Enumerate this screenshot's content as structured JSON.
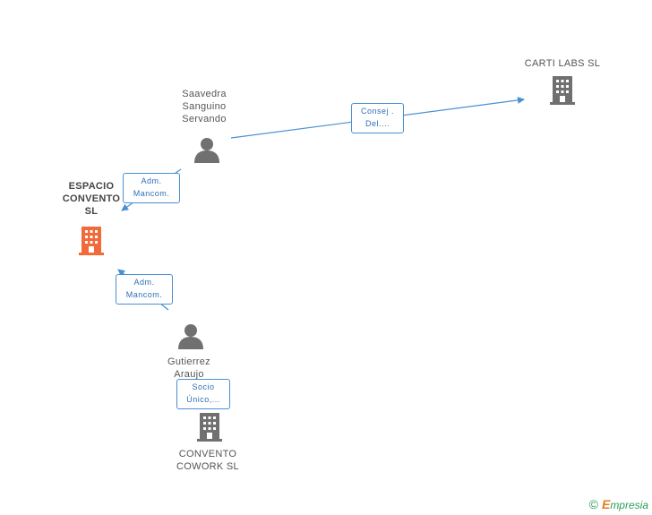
{
  "colors": {
    "edge": "#4a8fd4",
    "building_main": "#f26a3a",
    "building": "#707070",
    "person": "#707070"
  },
  "nodes": {
    "espacio": {
      "label": "ESPACIO\nCONVENTO\nSL",
      "icon": "building-icon"
    },
    "carti": {
      "label": "CARTI LABS SL",
      "icon": "building-icon"
    },
    "saavedra": {
      "label": "Saavedra\nSanguino\nServando",
      "icon": "person-icon"
    },
    "gutierrez": {
      "label": "Gutierrez\nAraujo\nL...",
      "icon": "person-icon"
    },
    "cowork": {
      "label": "CONVENTO\nCOWORK SL",
      "icon": "building-icon"
    }
  },
  "edges": {
    "saavedra_carti": "Consej .\nDel....",
    "saavedra_espacio": "Adm.\nMancom.",
    "gutierrez_espacio": "Adm.\nMancom.",
    "gutierrez_cowork": "Socio\nÚnico,..."
  },
  "footer": {
    "copyright": "©",
    "brand_initial": "E",
    "brand_rest": "mpresia"
  }
}
